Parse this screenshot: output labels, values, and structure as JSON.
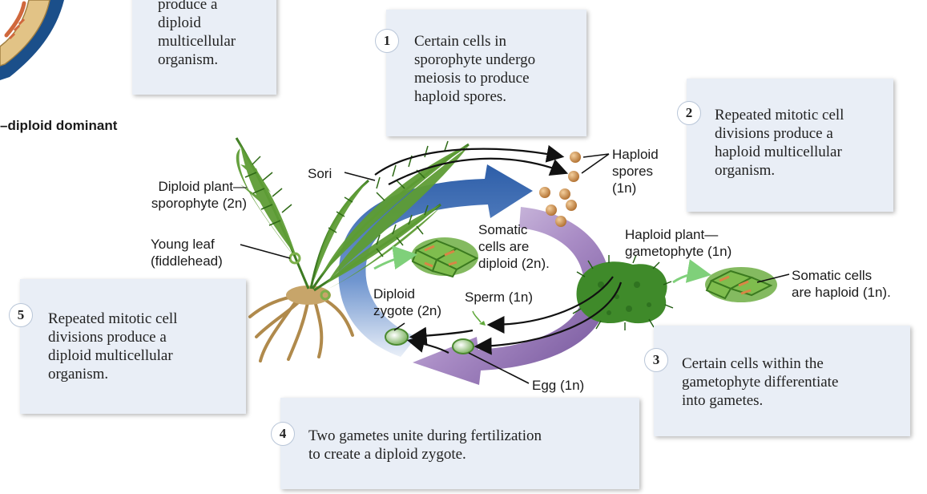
{
  "section_title": "–diploid dominant",
  "steps": [
    {
      "num": "1",
      "lines": [
        "Certain cells in",
        "sporophyte undergo",
        "meiosis to produce",
        "haploid spores."
      ]
    },
    {
      "num": "2",
      "lines": [
        "Repeated mitotic cell",
        "divisions produce a",
        "haploid multicellular",
        "organism."
      ]
    },
    {
      "num": "3",
      "lines": [
        "Certain cells within the",
        "gametophyte differentiate",
        "into gametes."
      ]
    },
    {
      "num": "4",
      "lines": [
        "Two gametes unite during fertilization",
        "to create a diploid zygote."
      ]
    },
    {
      "num": "5",
      "lines": [
        "Repeated mitotic cell",
        "divisions produce a",
        "diploid multicellular",
        "organism."
      ]
    }
  ],
  "cut_box": {
    "lines": [
      "produce a",
      "diploid",
      "multicellular",
      "organism."
    ]
  },
  "labels": {
    "sori": "Sori",
    "diploid_plant": [
      "Diploid plant—",
      "sporophyte (2n)"
    ],
    "young_leaf": [
      "Young leaf",
      "(fiddlehead)"
    ],
    "haploid_spores": [
      "Haploid",
      "spores",
      "(1n)"
    ],
    "somatic_diploid": [
      "Somatic",
      "cells are",
      "diploid (2n)."
    ],
    "haploid_plant": [
      "Haploid plant—",
      "gametophyte (1n)"
    ],
    "somatic_haploid": [
      "Somatic cells",
      "are haploid (1n)."
    ],
    "diploid_zygote": [
      "Diploid",
      "zygote (2n)"
    ],
    "sperm": "Sperm (1n)",
    "egg": "Egg (1n)"
  },
  "colors": {
    "box_bg": "#e9eef6",
    "sporophyte_arrow": "#3f6fb2",
    "gametophyte_arrow": "#8a6bab",
    "fern_green": "#4d8a2e",
    "cell_green": "#5fa83a",
    "cell_orange": "#d98545",
    "spore": "#c98a4b",
    "root": "#c7a56a"
  }
}
